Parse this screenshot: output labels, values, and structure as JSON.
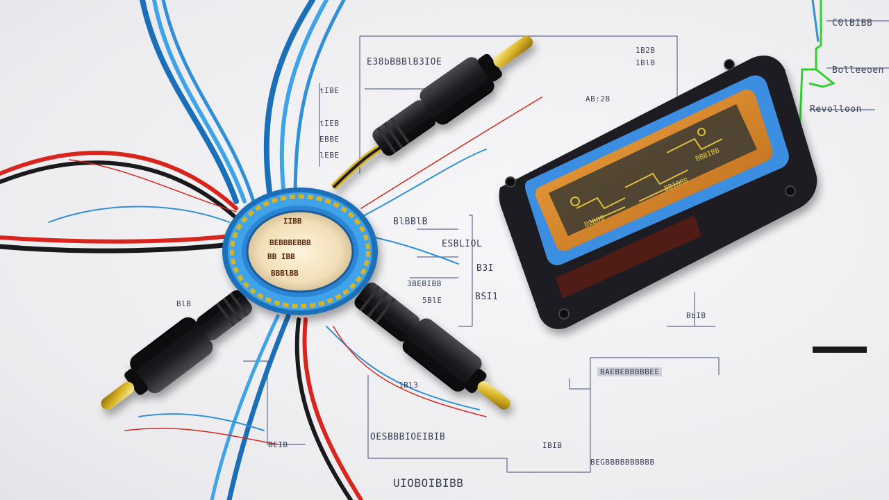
{
  "labels": {
    "top_left_header": "E38bBBBlB3IOE",
    "mid_col_1": "tIBE",
    "mid_col_2": "tIEB",
    "mid_col_3": "EBBE",
    "mid_col_4": "lEBE",
    "top_center_a": "1B2B",
    "top_center_b": "1BlB",
    "top_center_c": "AB:2B",
    "right_top_1": "C0lBIBB",
    "right_top_2": "Bolleeoen",
    "right_top_3": "Revolloon",
    "hub_right_a": "BlBBlB",
    "hub_right_b": "ESBLIOL",
    "hub_right_c": "B3I",
    "hub_right_d": "BSI1",
    "hub_right_e": "3BEBIBB",
    "hub_right_f": "5BlE",
    "left_small": "BlB",
    "right_mid": "BbIB",
    "bottom_right_box": "BAEBEBBBBBEE",
    "bottom_center_a": "1Bl3",
    "bottom_center_b": "OESBBBIOEIBIB",
    "bottom_center_c": "IBIB",
    "bottom_left": "BEIB",
    "bottom_right_line": "BEGBBBBBBBBBB",
    "bottom_footer": "UIOBOIBIBB"
  },
  "hub": {
    "line1": "IIBB",
    "line2": "BEBBBEBBB",
    "line3": "BB   IBB",
    "line4": "BBBlBB"
  },
  "device": {
    "line1": "BOBOB",
    "line2": "BBIBBB",
    "line3": "BBBIBB"
  },
  "colors": {
    "wire_blue": "#2f8fd8",
    "wire_red": "#d8261e",
    "wire_black": "#1a1a1c",
    "connector_gold": "#d9b325",
    "device_body": "#1c1c20",
    "device_frame": "#3a8ee0",
    "device_screen": "#d98a2a",
    "green_line": "#2fd12f",
    "schematic_line": "#3a4a78"
  }
}
